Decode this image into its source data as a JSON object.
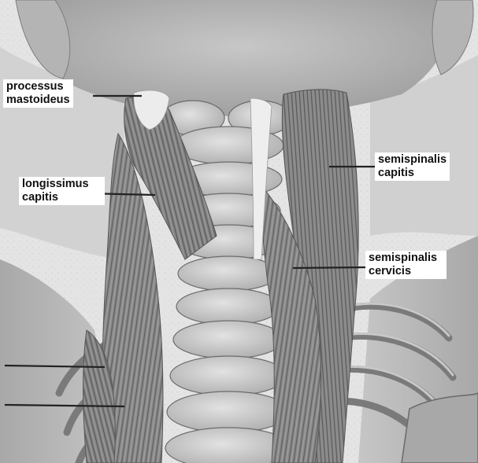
{
  "labels": {
    "processus_mastoideus": {
      "line1": "processus",
      "line2": "mastoideus"
    },
    "longissimus_capitis": {
      "line1": "longissimus",
      "line2": "capitis"
    },
    "semispinalis_capitis": {
      "line1": "semispinalis",
      "line2": "capitis"
    },
    "semispinalis_cervicis": {
      "line1": "semispinalis",
      "line2": "cervicis"
    }
  },
  "colors": {
    "skin": "#b9b9b9",
    "muscle": "#8e8e8e",
    "bone": "#cfcfcf",
    "background": "#e6e6e6",
    "leader_line": "#222222"
  }
}
